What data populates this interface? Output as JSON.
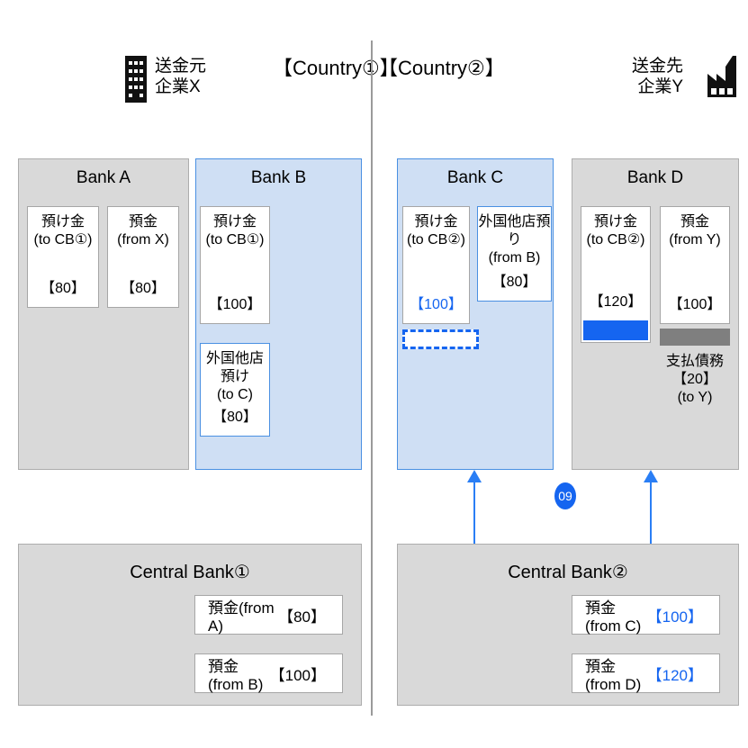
{
  "header": {
    "sender": {
      "icon": "office-building-icon",
      "label": "送金元\n企業X"
    },
    "receiver": {
      "icon": "factory-icon",
      "label": "送金先\n企業Y"
    },
    "country1": "【Country①】",
    "country2": "【Country②】"
  },
  "banks": [
    {
      "id": "bank-a",
      "title": "Bank A",
      "accounts": [
        {
          "id": "bank-a-deposit-to-cb1",
          "lines": "預け金\n(to CB①)",
          "amount": "【80】",
          "amount_color": "#000000"
        },
        {
          "id": "bank-a-deposit-from-x",
          "lines": "預金\n(from X)",
          "amount": "【80】",
          "amount_color": "#000000"
        }
      ]
    },
    {
      "id": "bank-b",
      "title": "Bank B",
      "accounts": [
        {
          "id": "bank-b-deposit-to-cb1",
          "lines": "預け金\n(to CB①)",
          "amount": "【100】",
          "amount_color": "#000000"
        },
        {
          "id": "bank-b-nostro-to-c",
          "lines": "外国他店預け\n(to C)",
          "amount": "【80】",
          "amount_color": "#000000"
        }
      ]
    },
    {
      "id": "bank-c",
      "title": "Bank C",
      "accounts": [
        {
          "id": "bank-c-deposit-to-cb2",
          "lines": "預け金\n(to CB②)",
          "amount": "【100】",
          "amount_color": "#1565f0"
        },
        {
          "id": "bank-c-vostro-from-b",
          "lines": "外国他店預り\n(from B)",
          "amount": "【80】",
          "amount_color": "#000000"
        }
      ]
    },
    {
      "id": "bank-d",
      "title": "Bank D",
      "accounts": [
        {
          "id": "bank-d-deposit-to-cb2",
          "lines": "預け金\n(to CB②)",
          "amount": "【120】",
          "amount_color": "#1565f0"
        },
        {
          "id": "bank-d-deposit-from-y",
          "lines": "預金\n(from Y)",
          "amount": "【100】",
          "amount_color": "#000000"
        }
      ],
      "note": "支払債務【20】\n(to Y)"
    }
  ],
  "central_banks": [
    {
      "id": "central-bank-1",
      "title": "Central Bank①",
      "rows": [
        {
          "label": "預金(from A)",
          "value": "【80】",
          "value_color": "#000000"
        },
        {
          "label": "預金(from B)",
          "value": "【100】",
          "value_color": "#000000"
        }
      ]
    },
    {
      "id": "central-bank-2",
      "title": "Central Bank②",
      "rows": [
        {
          "label": "預金(from C)",
          "value": "【100】",
          "value_color": "#1565f0"
        },
        {
          "label": "預金(from D)",
          "value": "【120】",
          "value_color": "#1565f0"
        }
      ]
    }
  ],
  "badge": {
    "label": "09"
  },
  "colors": {
    "accent_blue": "#1565f0",
    "arrow_blue": "#2a7ef5",
    "panel_gray": "#d9d9d9",
    "panel_blue": "#cfdff4",
    "bar_gray": "#7f7f7f"
  }
}
